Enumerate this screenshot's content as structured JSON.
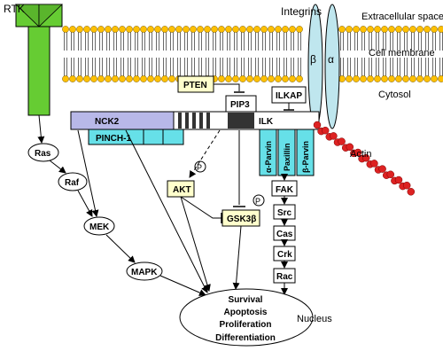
{
  "labels": {
    "rtk": "RTK",
    "integrins": "Integrins",
    "extracellular_space": "Extracellular space",
    "cell_membrane": "Cell membrane",
    "cytosol": "Cytosol",
    "beta": "β",
    "alpha": "α",
    "actin": "Actin",
    "nucleus": "Nucleus"
  },
  "proteins": {
    "pten": "PTEN",
    "pip3": "PIP3",
    "ilkap": "ILKAP",
    "ilk": "ILK",
    "nck2": "NCK2",
    "pinch1": "PINCH-1",
    "akt": "AKT",
    "gsk3b": "GSK3β",
    "p": "P",
    "alpha_parvin": "α-Parvin",
    "paxillin": "Paxillin",
    "beta_parvin": "β-Parvin",
    "fak": "FAK",
    "src": "Src",
    "cas": "Cas",
    "crk": "Crk",
    "rac": "Rac",
    "ras": "Ras",
    "raf": "Raf",
    "mek": "MEK",
    "mapk": "MAPK"
  },
  "outcomes": [
    "Survival",
    "Apoptosis",
    "Proliferation",
    "Differentiation"
  ],
  "colors": {
    "rtk_fill": "#66cc33",
    "membrane_head": "#ffc000",
    "nck2_fill": "#b8b8e8",
    "pinch_fill": "#66e0e8",
    "yellow_box": "#ffffcc",
    "integrin_fill": "#bfe6ee",
    "actin": "#dd2222",
    "dark_block": "#333333"
  }
}
